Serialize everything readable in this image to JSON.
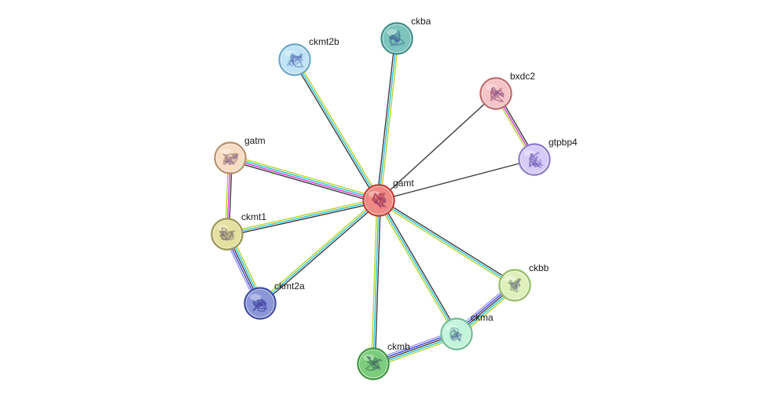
{
  "network": {
    "edge_colors": {
      "cyan": "#22c6d8",
      "magenta": "#d43fd0",
      "lime": "#b7d32a",
      "dark": "#3d3d3d",
      "blue": "#4242e0",
      "lavender": "#a09af0"
    },
    "nodes": [
      {
        "id": "gamt",
        "label": "gamt",
        "fill": "#f08a84",
        "stroke": "#c83a35",
        "icon": "protein-structure-icon"
      },
      {
        "id": "ckba",
        "label": "ckba",
        "fill": "#7cc4bc",
        "stroke": "#3a8c86",
        "icon": "protein-structure-icon"
      },
      {
        "id": "ckmt2b",
        "label": "ckmt2b",
        "fill": "#bfe4f5",
        "stroke": "#6aa6c8",
        "icon": "protein-structure-icon"
      },
      {
        "id": "bxdc2",
        "label": "bxdc2",
        "fill": "#f5c4c6",
        "stroke": "#c0686c",
        "icon": "protein-structure-icon"
      },
      {
        "id": "gtpbp4",
        "label": "gtpbp4",
        "fill": "#d6ccf8",
        "stroke": "#8c7cc8",
        "icon": "protein-structure-icon"
      },
      {
        "id": "gatm",
        "label": "gatm",
        "fill": "#f8dcc4",
        "stroke": "#b8906a",
        "icon": "protein-structure-icon"
      },
      {
        "id": "ckmt1",
        "label": "ckmt1",
        "fill": "#e4e0a0",
        "stroke": "#9c9650",
        "icon": "protein-structure-icon"
      },
      {
        "id": "ckmt2a",
        "label": "ckmt2a",
        "fill": "#8a96d8",
        "stroke": "#3e4ca0",
        "icon": "protein-structure-icon"
      },
      {
        "id": "ckbb",
        "label": "ckbb",
        "fill": "#e0f0bc",
        "stroke": "#98bc68",
        "icon": "protein-structure-icon"
      },
      {
        "id": "ckma",
        "label": "ckma",
        "fill": "#c4f4dc",
        "stroke": "#70bc94",
        "icon": "protein-structure-icon"
      },
      {
        "id": "ckmb",
        "label": "ckmb",
        "fill": "#7ccc7c",
        "stroke": "#3c943c",
        "icon": "protein-structure-icon"
      }
    ],
    "edges": [
      {
        "source": "gamt",
        "target": "ckba",
        "colors": [
          "dark",
          "cyan",
          "lime"
        ]
      },
      {
        "source": "gamt",
        "target": "ckmt2b",
        "colors": [
          "dark",
          "cyan",
          "lime"
        ]
      },
      {
        "source": "gamt",
        "target": "bxdc2",
        "colors": [
          "dark"
        ]
      },
      {
        "source": "gamt",
        "target": "gtpbp4",
        "colors": [
          "dark"
        ]
      },
      {
        "source": "gamt",
        "target": "gatm",
        "colors": [
          "dark",
          "magenta",
          "cyan",
          "lime"
        ]
      },
      {
        "source": "gamt",
        "target": "ckmt1",
        "colors": [
          "dark",
          "cyan",
          "lime"
        ]
      },
      {
        "source": "gamt",
        "target": "ckmt2a",
        "colors": [
          "dark",
          "cyan",
          "lime"
        ]
      },
      {
        "source": "gamt",
        "target": "ckbb",
        "colors": [
          "dark",
          "cyan",
          "lime"
        ]
      },
      {
        "source": "gamt",
        "target": "ckma",
        "colors": [
          "dark",
          "cyan",
          "lime"
        ]
      },
      {
        "source": "gamt",
        "target": "ckmb",
        "colors": [
          "dark",
          "cyan",
          "lime"
        ]
      },
      {
        "source": "bxdc2",
        "target": "gtpbp4",
        "colors": [
          "dark",
          "magenta",
          "lime"
        ]
      },
      {
        "source": "gatm",
        "target": "ckmt1",
        "colors": [
          "dark",
          "magenta",
          "lime"
        ]
      },
      {
        "source": "ckmt1",
        "target": "ckmt2a",
        "colors": [
          "lime",
          "cyan",
          "dark",
          "blue",
          "lavender"
        ]
      },
      {
        "source": "ckbb",
        "target": "ckma",
        "colors": [
          "lime",
          "cyan",
          "dark",
          "blue",
          "lavender"
        ]
      },
      {
        "source": "ckma",
        "target": "ckmb",
        "colors": [
          "lime",
          "cyan",
          "dark",
          "blue",
          "lavender"
        ]
      }
    ]
  }
}
